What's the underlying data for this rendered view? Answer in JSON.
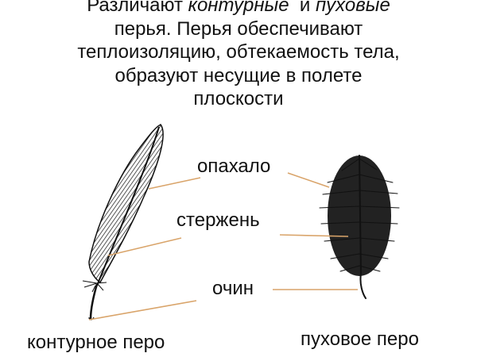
{
  "title": {
    "part1": "Различают ",
    "em1": "контурные",
    "part2": "  и ",
    "em2": "пуховые",
    "line2": "перья. Перья обеспечивают",
    "line3": "теплоизоляцию, обтекаемость тела,",
    "line4": "образуют несущие в полете",
    "line5": "плоскости"
  },
  "labels": {
    "vane": "опахало",
    "shaft": "стержень",
    "quill": "очин"
  },
  "captions": {
    "contour": "контурное перо",
    "down": "пуховое перо"
  },
  "colors": {
    "leader_line": "#d9a46a",
    "ink": "#111111",
    "background": "#ffffff"
  }
}
